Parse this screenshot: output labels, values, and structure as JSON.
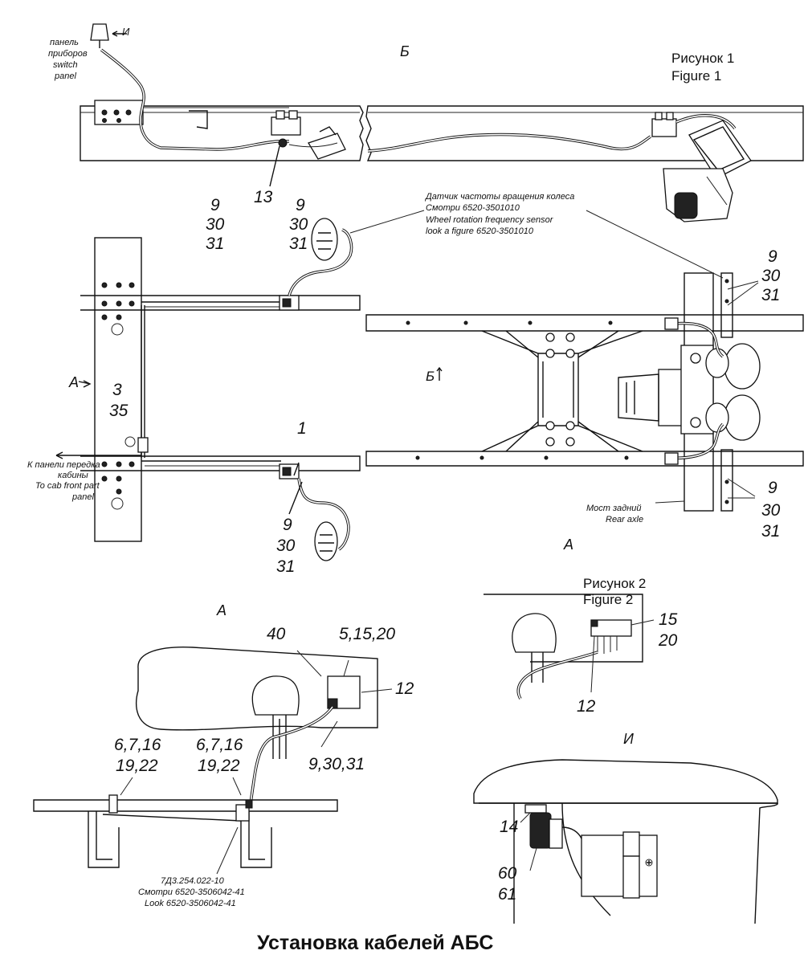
{
  "title": "Установка кабелей АБС",
  "figures": {
    "fig1": [
      "Рисунок 1",
      "Figure 1"
    ],
    "fig2": [
      "Рисунок 2",
      "Figure 2"
    ]
  },
  "views": {
    "b": "Б",
    "a": "А",
    "i": "И"
  },
  "panel_label": [
    "панель",
    "приборов",
    "switch",
    "panel"
  ],
  "sensor_label": [
    "Датчик частоты вращения колеса",
    "Смотри 6520-3501010",
    "Wheel rotation frequency sensor",
    "look a figure 6520-3501010"
  ],
  "cab_label": [
    "К панели передка",
    "кабины",
    "To cab front part",
    "panel"
  ],
  "rear_axle": [
    "Мост задний",
    "Rear axle"
  ],
  "part_ref": [
    "7Д3.254.022-10",
    "Смотри 6520-3506042-41",
    "Look 6520-3506042-41"
  ],
  "callouts": {
    "c13": "13",
    "c1": "1",
    "c12": "12",
    "c14": "14",
    "c40": "40",
    "c3": "3",
    "c35": "35",
    "c9": "9",
    "c30": "30",
    "c31": "31",
    "c15": "15",
    "c20": "20",
    "c60": "60",
    "c61": "61",
    "c5_15_20": "5,15,20",
    "c9_30_31": "9,30,31",
    "c6_7_16": "6,7,16",
    "c19_22": "19,22"
  }
}
